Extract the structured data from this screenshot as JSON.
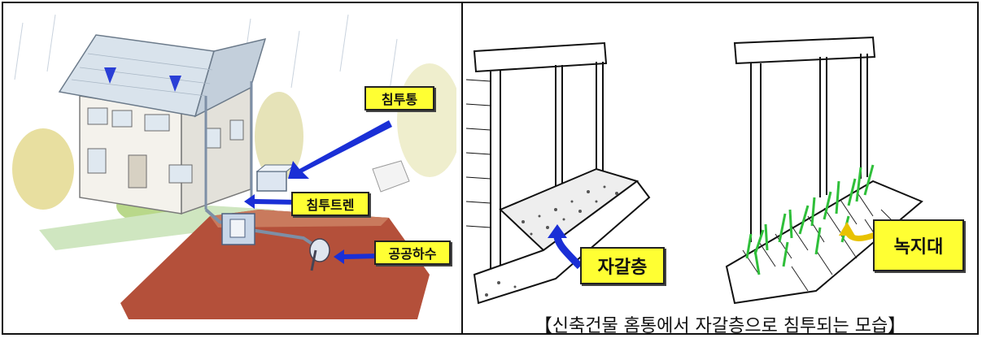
{
  "left_figure": {
    "labels": {
      "infiltration_tank": "침투통",
      "infiltration_trench": "침투트렌",
      "public_sewer": "공공하수"
    }
  },
  "right_figure": {
    "labels": {
      "gravel_layer": "자갈층",
      "green_belt": "녹지대"
    },
    "caption": "【신축건물 홈통에서 자갈층으로 침투되는 모습】"
  },
  "colors": {
    "soil": "#b4503a",
    "callout_fill": "#ffff33",
    "arrow_blue": "#1a2fd6",
    "grass_green": "#2fbf3a"
  }
}
